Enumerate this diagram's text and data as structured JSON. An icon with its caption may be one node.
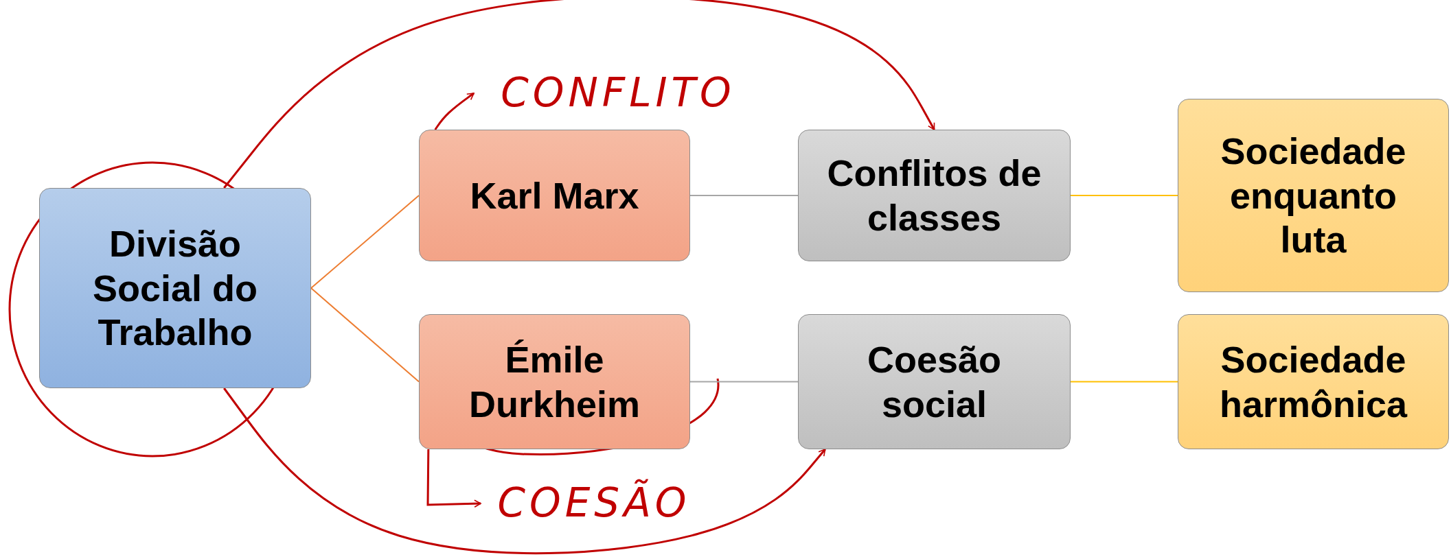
{
  "diagram": {
    "nodes": [
      {
        "text": [
          "Divisão Social do Trabalho"
        ]
      },
      {
        "text": [
          "Karl Marx"
        ]
      },
      {
        "text": [
          "Émile Durkheim"
        ]
      },
      {
        "text": [
          "Conflitos de classes"
        ]
      },
      {
        "text": [
          "Coesão social"
        ]
      },
      {
        "text": [
          "Sociedade enquanto luta"
        ]
      },
      {
        "text": [
          "Sociedade harmônica"
        ]
      },
      {
        "text": [
          "CONFLITO"
        ]
      },
      {
        "text": [
          "COESÃO"
        ]
      }
    ],
    "edges": [
      {
        "from": 0,
        "to": 1,
        "arrow": "none",
        "color": "#ed7d31"
      },
      {
        "from": 0,
        "to": 2,
        "arrow": "none",
        "color": "#ed7d31"
      },
      {
        "from": 1,
        "to": 3,
        "arrow": "none",
        "color": "#a6a6a6"
      },
      {
        "from": 2,
        "to": 4,
        "arrow": "none",
        "color": "#a6a6a6"
      },
      {
        "from": 3,
        "to": 5,
        "arrow": "none",
        "color": "#ffc000"
      },
      {
        "from": 4,
        "to": 6,
        "arrow": "none",
        "color": "#ffc000"
      },
      {
        "from": 0,
        "to": 3,
        "arrow": "to",
        "color": "#c00000"
      },
      {
        "from": 0,
        "to": 4,
        "arrow": "to",
        "color": "#c00000"
      },
      {
        "from": 1,
        "to": 7,
        "arrow": "to",
        "color": "#c00000"
      },
      {
        "from": 2,
        "to": 8,
        "arrow": "to",
        "color": "#c00000"
      }
    ]
  }
}
